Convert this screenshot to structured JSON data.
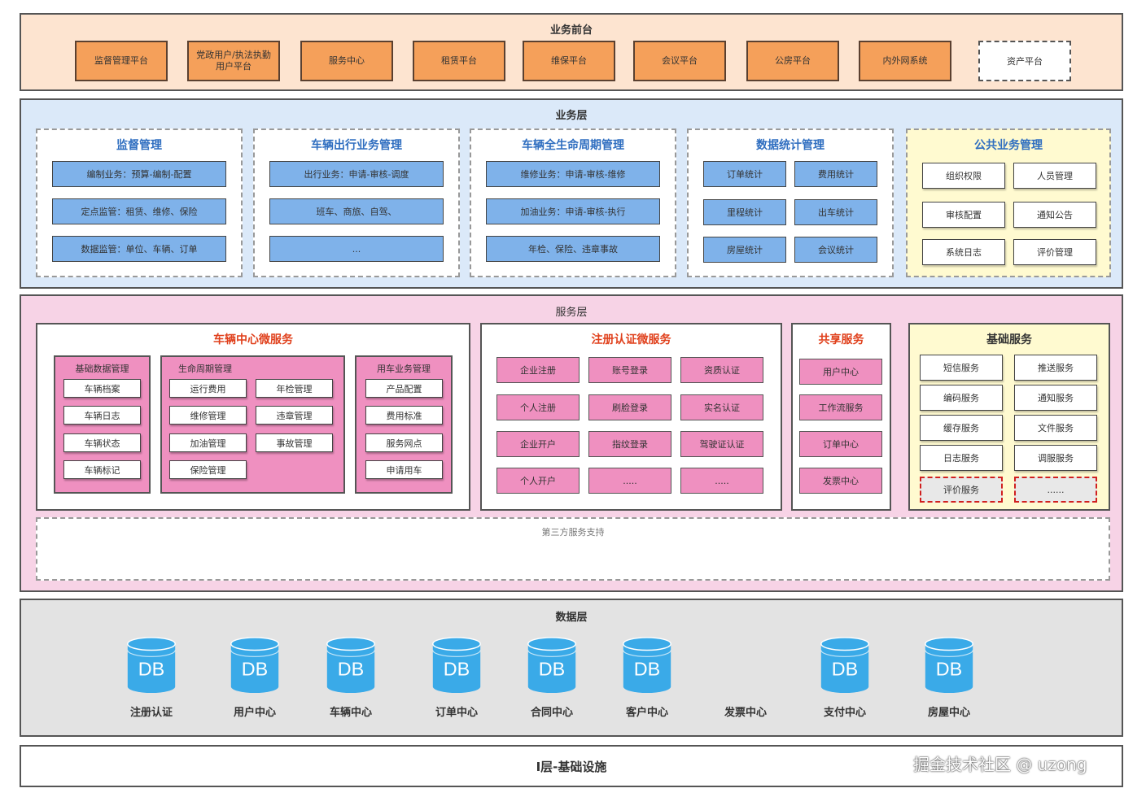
{
  "front": {
    "title": "业务前台",
    "items": [
      "监督管理平台",
      "党政用户/执法执勤用户平台",
      "服务中心",
      "租赁平台",
      "维保平台",
      "会议平台",
      "公房平台",
      "内外网系统"
    ],
    "dashed_item": "资产平台"
  },
  "business": {
    "title": "业务层",
    "groups": [
      {
        "title": "监督管理",
        "items": [
          "编制业务：预算-编制-配置",
          "定点监管：租赁、维修、保险",
          "数据监管：单位、车辆、订单"
        ]
      },
      {
        "title": "车辆出行业务管理",
        "items": [
          "出行业务：申请-审核-调度",
          "班车、商旅、自驾、",
          "..."
        ]
      },
      {
        "title": "车辆全生命周期管理",
        "items": [
          "维修业务：申请-审核-维修",
          "加油业务：申请-审核-执行",
          "年检、保险、违章事故"
        ]
      },
      {
        "title": "数据统计管理",
        "items": [
          "订单统计",
          "费用统计",
          "里程统计",
          "出车统计",
          "房屋统计",
          "会议统计"
        ]
      },
      {
        "title": "公共业务管理",
        "items": [
          "组织权限",
          "人员管理",
          "审核配置",
          "通知公告",
          "系统日志",
          "评价管理"
        ]
      }
    ]
  },
  "service": {
    "title": "服务层",
    "vehicle": {
      "title": "车辆中心微服务",
      "groups": [
        {
          "title": "基础数据管理",
          "items": [
            "车辆档案",
            "车辆日志",
            "车辆状态",
            "车辆标记"
          ]
        },
        {
          "title": "生命周期管理",
          "items": [
            "运行费用",
            "年检管理",
            "维修管理",
            "违章管理",
            "加油管理",
            "事故管理",
            "保险管理"
          ]
        },
        {
          "title": "用车业务管理",
          "items": [
            "产品配置",
            "费用标准",
            "服务网点",
            "申请用车"
          ]
        }
      ]
    },
    "auth": {
      "title": "注册认证微服务",
      "items": [
        "企业注册",
        "账号登录",
        "资质认证",
        "个人注册",
        "刷脸登录",
        "实名认证",
        "企业开户",
        "指纹登录",
        "驾驶证认证",
        "个人开户",
        ".....",
        "....."
      ]
    },
    "shared": {
      "title": "共享服务",
      "items": [
        "用户中心",
        "工作流服务",
        "订单中心",
        "发票中心"
      ]
    },
    "basic": {
      "title": "基础服务",
      "items": [
        "短信服务",
        "推送服务",
        "编码服务",
        "通知服务",
        "缓存服务",
        "文件服务",
        "日志服务",
        "调服服务"
      ],
      "dashed": [
        "评价服务",
        "......"
      ]
    },
    "third_party": "第三方服务支持"
  },
  "data": {
    "title": "数据层",
    "db_text": "DB",
    "dbs": [
      "注册认证",
      "用户中心",
      "车辆中心",
      "订单中心",
      "合同中心",
      "客户中心",
      "支付中心",
      "房屋中心"
    ],
    "extra_label": "发票中心"
  },
  "infra": {
    "title": "I层-基础设施"
  },
  "watermark": "掘金技术社区 @ uzong",
  "colors": {
    "front_bg": "#fde4d0",
    "business_bg": "#dbe9f9",
    "service_bg": "#f7d3e6",
    "data_bg": "#e3e3e3",
    "yellow_bg": "#fffad0",
    "db_blue": "#3aaae8"
  }
}
